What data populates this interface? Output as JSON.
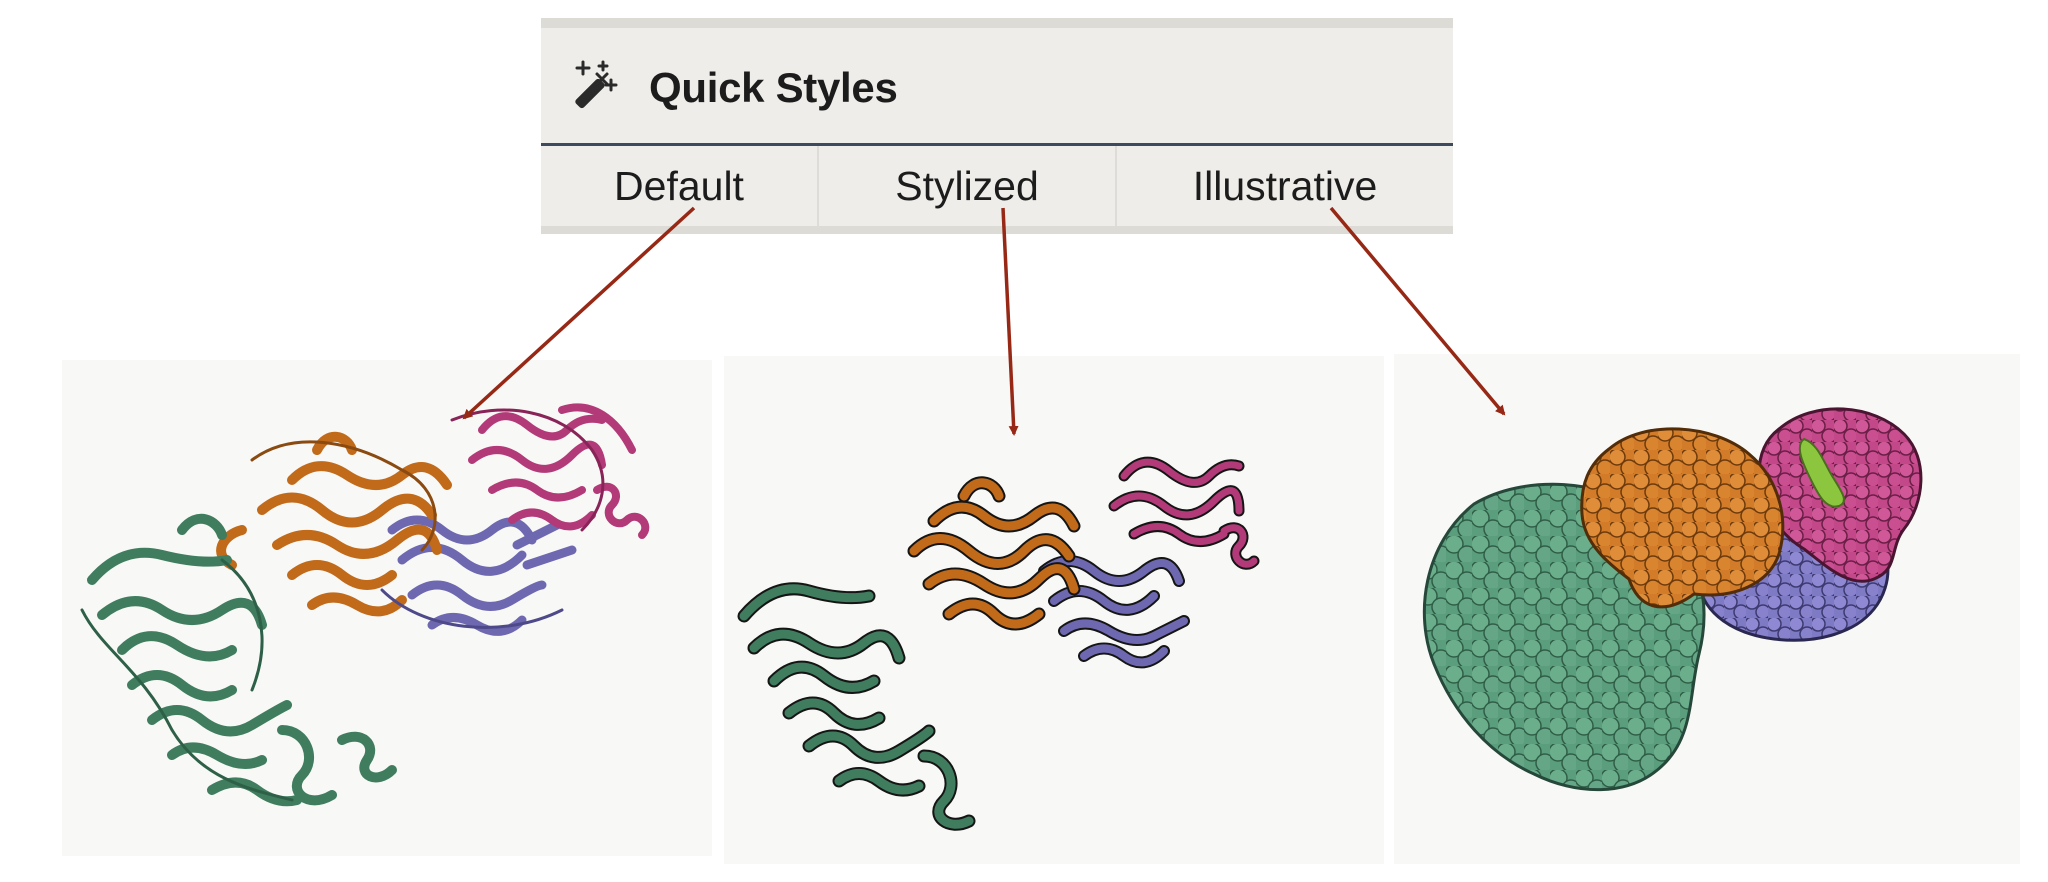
{
  "panel": {
    "title": "Quick Styles",
    "title_icon": "magic-wand-icon",
    "tabs": [
      {
        "id": "default",
        "label": "Default"
      },
      {
        "id": "stylized",
        "label": "Stylized"
      },
      {
        "id": "illustrative",
        "label": "Illustrative"
      }
    ]
  },
  "colors": {
    "arrow": "#962815",
    "chain_green": "#3f7d5e",
    "chain_orange": "#c06a1a",
    "chain_magenta": "#b33a78",
    "chain_purple": "#6d68b0",
    "ligand_lime": "#8cc63f",
    "surface_green": "#5b9e7d",
    "surface_orange": "#d27c2a",
    "surface_magenta": "#c3488a",
    "surface_purple": "#7f7ac4"
  }
}
